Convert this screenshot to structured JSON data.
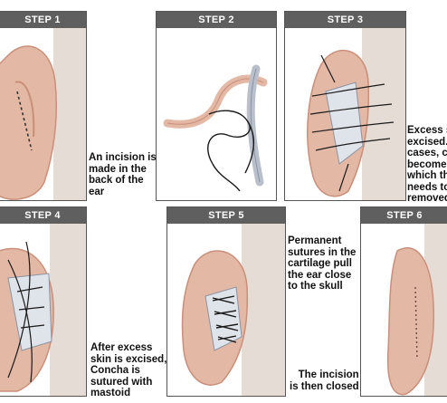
{
  "steps": [
    {
      "label": "STEP 1",
      "caption": "An incision is\nmade in the\nback of the\near"
    },
    {
      "label": "STEP 2",
      "caption": ""
    },
    {
      "label": "STEP 3",
      "caption": "Excess s\nexcised.\ncases, c\nbecomes\nwhich th\nneeds to\nremoved"
    },
    {
      "label": "STEP 4",
      "caption": "After excess\nskin is excised,\nConcha is\nsutured with\nmastoid"
    },
    {
      "label": "STEP 5",
      "caption": "Permanent\nsutures in the\ncartilage pull\nthe ear close\nto the skull"
    },
    {
      "label": "STEP 6",
      "caption": "The incision\nis then closed"
    }
  ],
  "colors": {
    "header": "#5f5f5f",
    "skin": "#e3b8a4",
    "skin_dark": "#c98f7a",
    "cartilage": "#dfe3ea",
    "suture": "#1a1a1a"
  }
}
